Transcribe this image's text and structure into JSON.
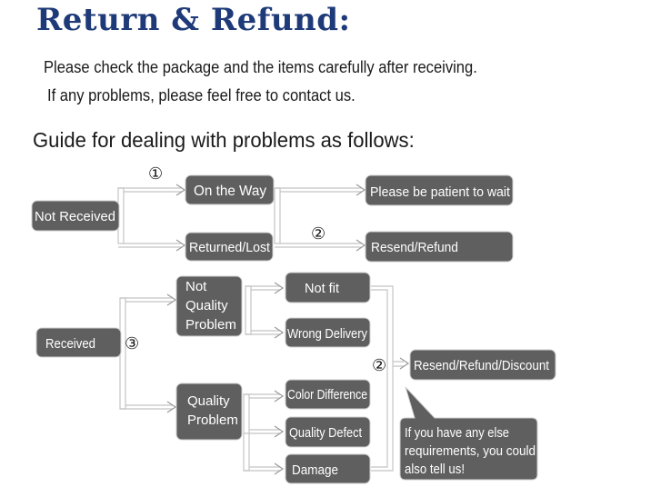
{
  "title": "Return & Refund:",
  "intro": [
    "Please check the package and the items carefully after receiving.",
    "If any problems, please feel free to contact us."
  ],
  "guide": "Guide for dealing with problems as follows:",
  "nodes": {
    "not_received": "Not Received",
    "on_the_way": "On the Way",
    "returned_lost": "Returned/Lost",
    "patient": "Please be patient to wait",
    "resend_refund": "Resend/Refund",
    "received": "Received",
    "not_quality": [
      "Not",
      "Quality",
      "Problem"
    ],
    "quality": [
      "Quality",
      "Problem"
    ],
    "not_fit": "Not fit",
    "wrong_delivery": "Wrong Delivery",
    "color_difference": "Color Difference",
    "quality_defect": "Quality Defect",
    "damage": "Damage",
    "resend_refund_discount": "Resend/Refund/Discount"
  },
  "markers": {
    "one": "①",
    "two_top": "②",
    "three": "③",
    "two_bottom": "②"
  },
  "callout": [
    "If you have any else",
    "requirements, you could",
    "also tell us!"
  ],
  "colors": {
    "title": "#1e3a78",
    "box_fill": "#5f5f5f",
    "box_text": "#ffffff",
    "line": "#c4c4c4"
  }
}
